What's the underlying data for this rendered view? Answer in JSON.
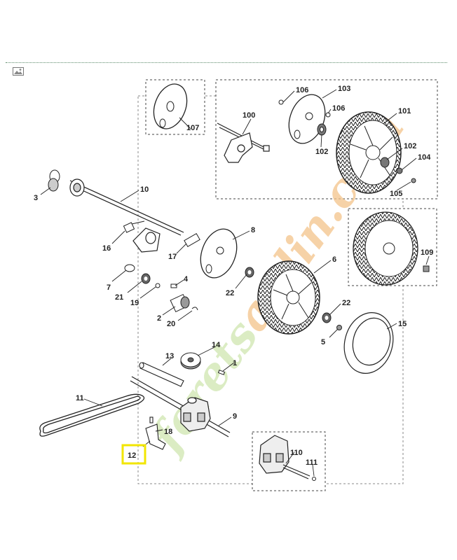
{
  "watermark": {
    "text": "forets",
    "text2": "ardin.com"
  },
  "highlight_color": "#f2e600",
  "icons": {
    "image_placeholder": "image-icon"
  },
  "labels": {
    "l1": "1",
    "l2": "2",
    "l3": "3",
    "l4": "4",
    "l5": "5",
    "l6": "6",
    "l7": "7",
    "l8": "8",
    "l9": "9",
    "l10": "10",
    "l11": "11",
    "l12": "12",
    "l13": "13",
    "l14": "14",
    "l15": "15",
    "l16": "16",
    "l17": "17",
    "l18": "18",
    "l19": "19",
    "l20": "20",
    "l21": "21",
    "l22a": "22",
    "l22b": "22",
    "l100": "100",
    "l101": "101",
    "l102a": "102",
    "l102b": "102",
    "l103": "103",
    "l104": "104",
    "l105": "105",
    "l106a": "106",
    "l106b": "106",
    "l107": "107",
    "l109": "109",
    "l110": "110",
    "l111": "111"
  }
}
